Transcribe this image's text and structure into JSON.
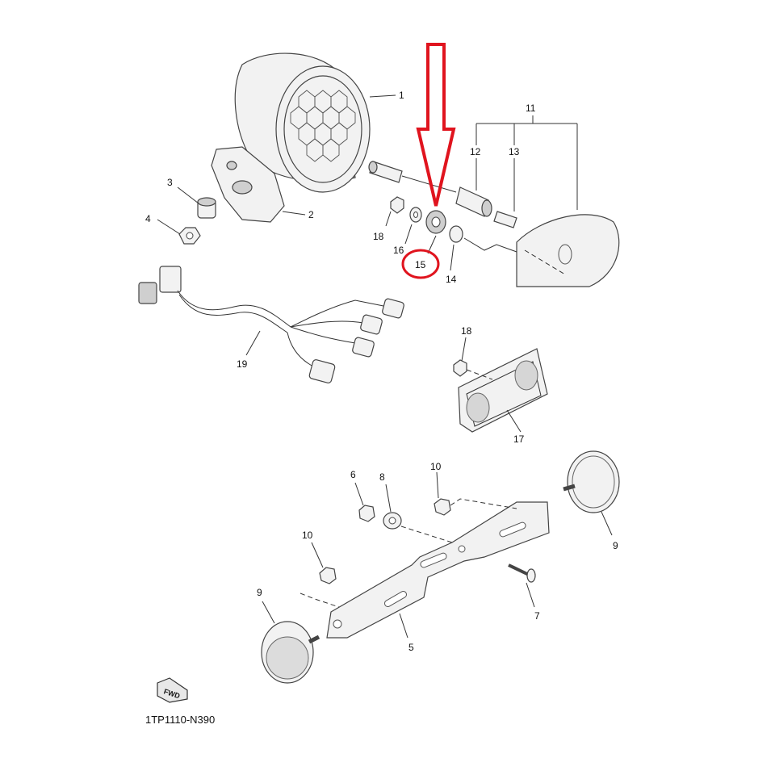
{
  "diagram": {
    "code": "1TP1110-N390",
    "fwd_label": "FWD",
    "callouts": {
      "c1": "1",
      "c2": "2",
      "c3": "3",
      "c4": "4",
      "c11": "11",
      "c12": "12",
      "c13": "13",
      "c18a": "18",
      "c16": "16",
      "c15": "15",
      "c14": "14",
      "c19": "19",
      "c18b": "18",
      "c17": "17",
      "c6": "6",
      "c8": "8",
      "c10a": "10",
      "c9a": "9",
      "c10b": "10",
      "c7": "7",
      "c9b": "9",
      "c5": "5"
    },
    "highlight": {
      "part": "15",
      "color": "#e0141e"
    }
  }
}
